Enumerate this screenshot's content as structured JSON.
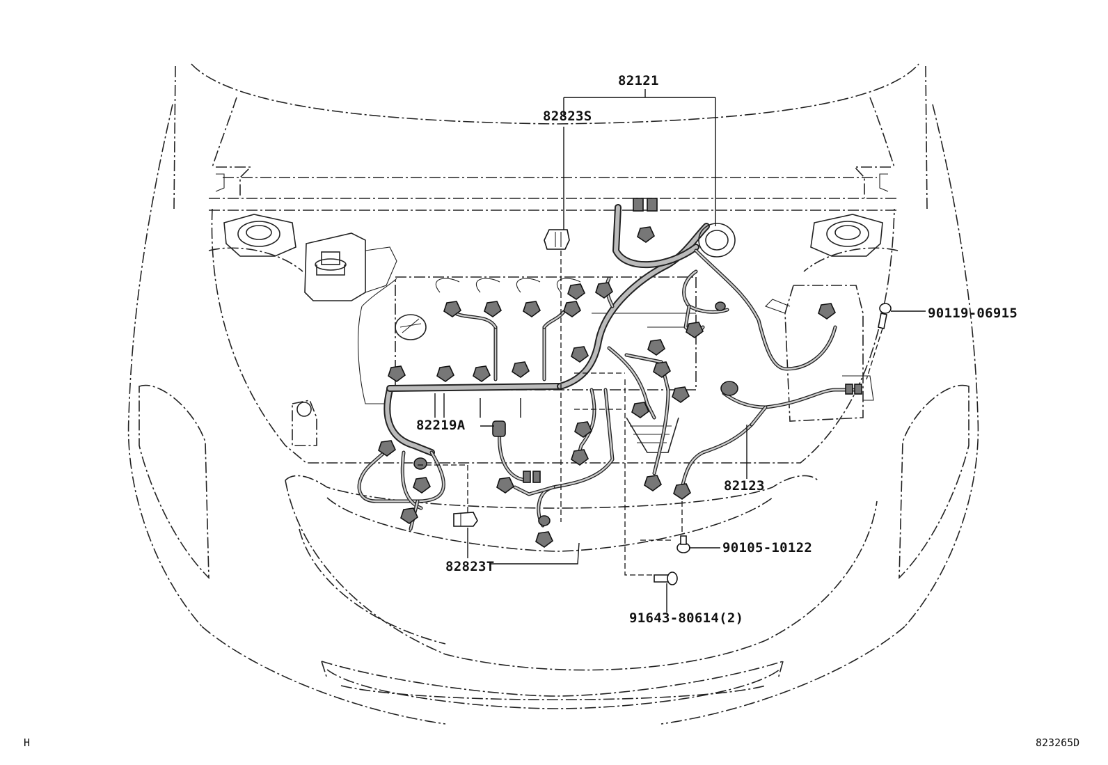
{
  "callouts": {
    "harness_main": "82121",
    "clamp_s": "82823S",
    "clamp_t": "82823T",
    "harness_a": "82219A",
    "wire_82123": "82123",
    "bolt_90119": "90119-06915",
    "bolt_90105": "90105-10122",
    "bolt_91643": "91643-80614(2)"
  },
  "corner": {
    "left_mark": "H",
    "figure_id": "823265D"
  }
}
